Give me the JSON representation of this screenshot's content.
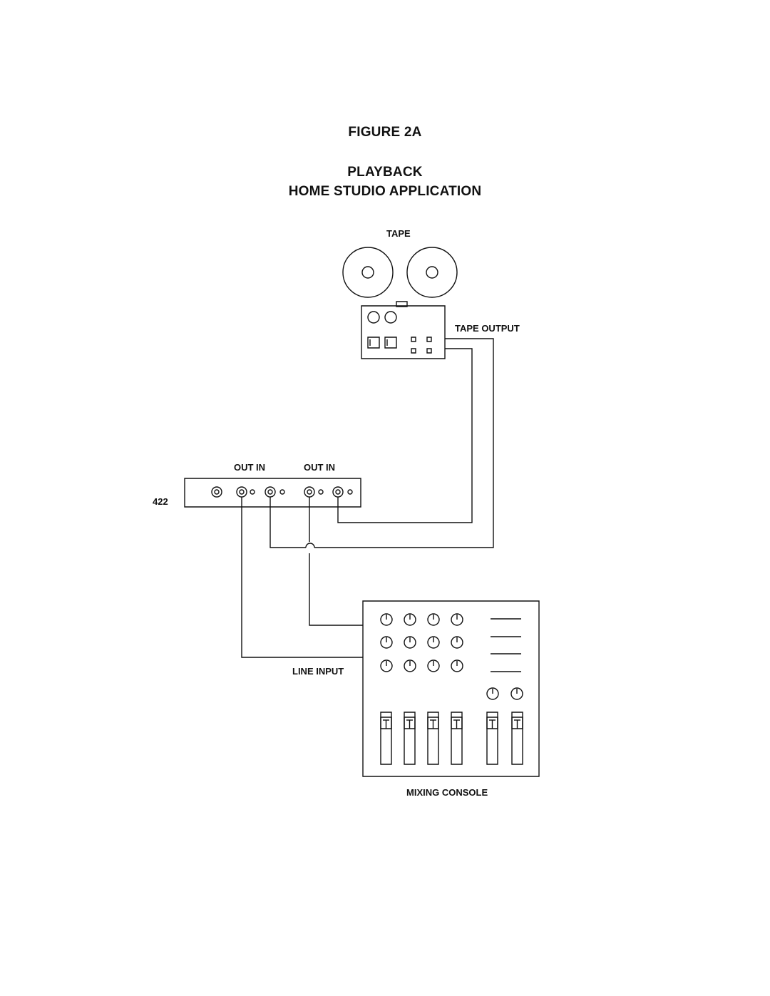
{
  "figure": {
    "number": "FIGURE 2A",
    "title_line1": "PLAYBACK",
    "title_line2": "HOME STUDIO APPLICATION"
  },
  "labels": {
    "tape": "TAPE",
    "tape_output": "TAPE OUTPUT",
    "out_in_1": "OUT  IN",
    "out_in_2": "OUT  IN",
    "unit_number": "422",
    "line_input": "LINE INPUT",
    "mixing_console": "MIXING CONSOLE"
  }
}
